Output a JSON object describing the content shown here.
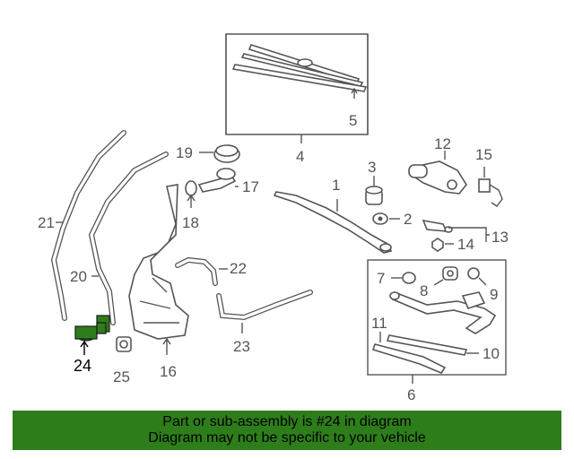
{
  "diagram": {
    "highlight_color": "#2e7d1b",
    "callouts": {
      "c1": "1",
      "c2": "2",
      "c3": "3",
      "c4": "4",
      "c5": "5",
      "c6": "6",
      "c7": "7",
      "c8": "8",
      "c9": "9",
      "c10": "10",
      "c11": "11",
      "c12": "12",
      "c13": "13",
      "c14": "14",
      "c15": "15",
      "c16": "16",
      "c17": "17",
      "c18": "18",
      "c19": "19",
      "c20": "20",
      "c21": "21",
      "c22": "22",
      "c23": "23",
      "c24": "24",
      "c25": "25"
    }
  },
  "banner": {
    "line1": "Part or sub-assembly is #24 in diagram",
    "line2": "Diagram may not be specific to your vehicle"
  }
}
